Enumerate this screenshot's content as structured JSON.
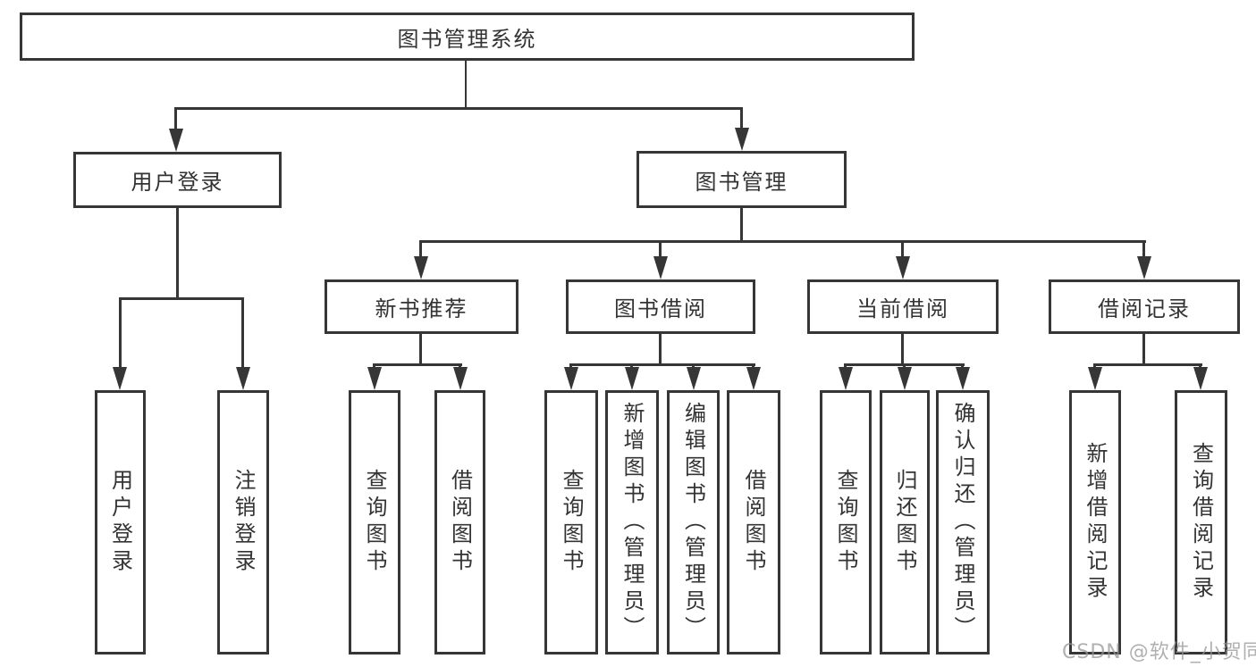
{
  "tree": {
    "label": "图书管理系统",
    "children": [
      {
        "label": "用户登录",
        "children": [
          {
            "label": "用户登录"
          },
          {
            "label": "注销登录"
          }
        ]
      },
      {
        "label": "图书管理",
        "children": [
          {
            "label": "新书推荐",
            "children": [
              {
                "label": "查询图书"
              },
              {
                "label": "借阅图书"
              }
            ]
          },
          {
            "label": "图书借阅",
            "children": [
              {
                "label": "查询图书"
              },
              {
                "label": "新增图书（管理员）"
              },
              {
                "label": "编辑图书（管理员）"
              },
              {
                "label": "借阅图书"
              }
            ]
          },
          {
            "label": "当前借阅",
            "children": [
              {
                "label": "查询图书"
              },
              {
                "label": "归还图书"
              },
              {
                "label": "确认归还（管理员）"
              }
            ]
          },
          {
            "label": "借阅记录",
            "children": [
              {
                "label": "新增借阅记录"
              },
              {
                "label": "查询借阅记录"
              }
            ]
          }
        ]
      }
    ]
  },
  "watermark": {
    "text": "CSDN @软件_小贺同学"
  },
  "colors": {
    "line": "#363636",
    "text": "#333333",
    "watermark_gray": "#969696"
  }
}
